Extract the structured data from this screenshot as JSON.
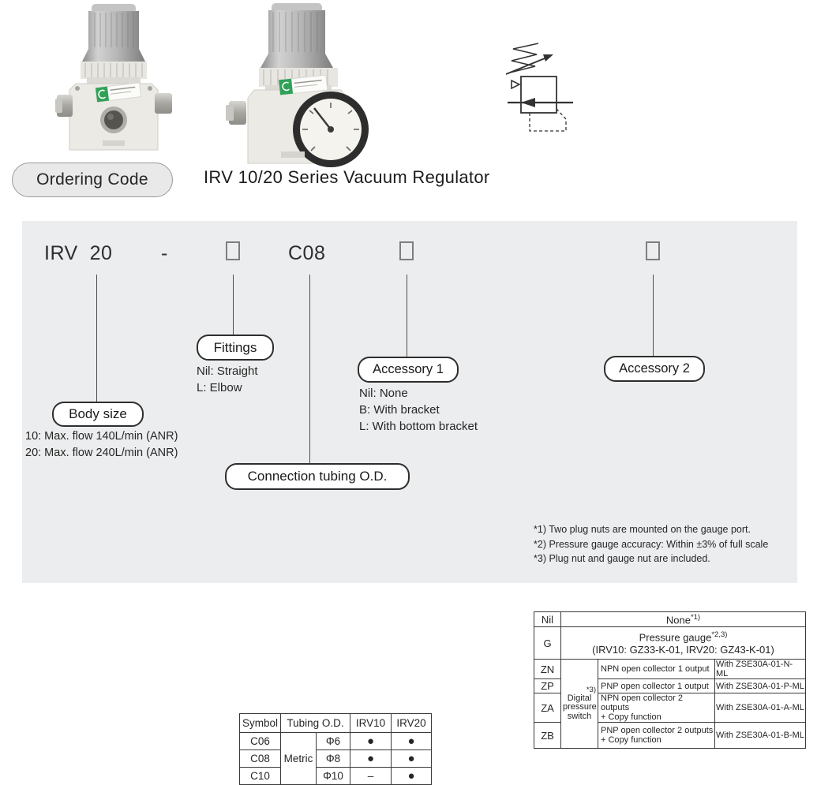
{
  "colors": {
    "panel_bg": "#ecedee",
    "brand_green": "#2fa257",
    "line": "#4f4f4f"
  },
  "header": {
    "ordering_code_pill": "Ordering Code",
    "title": "IRV 10/20 Series Vacuum Regulator"
  },
  "code_row": {
    "model": "IRV  20",
    "dash": "-",
    "tubing_code": "C08"
  },
  "fittings": {
    "label": "Fittings",
    "options": [
      "Nil: Straight",
      "L: Elbow"
    ]
  },
  "body_size": {
    "label": "Body size",
    "options": [
      "10: Max. flow 140L/min (ANR)",
      "20: Max. flow 240L/min (ANR)"
    ]
  },
  "accessory1": {
    "label": "Accessory 1",
    "options": [
      "Nil: None",
      "B: With bracket",
      "L: With bottom bracket"
    ]
  },
  "connection_tubing": {
    "label": "Connection tubing O.D.",
    "table": {
      "headers": {
        "symbol": "Symbol",
        "tubing_od": "Tubing O.D.",
        "irv10": "IRV10",
        "irv20": "IRV20"
      },
      "group_label": "Metric",
      "rows": [
        {
          "symbol": "C06",
          "od": "Φ6",
          "irv10": "●",
          "irv20": "●"
        },
        {
          "symbol": "C08",
          "od": "Φ8",
          "irv10": "●",
          "irv20": "●"
        },
        {
          "symbol": "C10",
          "od": "Φ10",
          "irv10": "–",
          "irv20": "●"
        }
      ]
    }
  },
  "accessory2": {
    "label": "Accessory 2",
    "table": {
      "nil_row": {
        "code": "Nil",
        "desc": "None",
        "sup": "*1)"
      },
      "gauge_row": {
        "code": "G",
        "desc": "Pressure gauge",
        "sup": "*2,3)",
        "desc2": "(IRV10: GZ33-K-01, IRV20: GZ43-K-01)"
      },
      "switch_cell": {
        "sup": "*3)",
        "label": "Digital pressure switch"
      },
      "z_rows": [
        {
          "code": "ZN",
          "desc": "NPN open collector 1 output",
          "desc2": "",
          "with": "With ZSE30A-01-N-ML"
        },
        {
          "code": "ZP",
          "desc": "PNP open collector 1 output",
          "desc2": "",
          "with": "With ZSE30A-01-P-ML"
        },
        {
          "code": "ZA",
          "desc": "NPN open collector 2 outputs",
          "desc2": "+ Copy function",
          "with": "With ZSE30A-01-A-ML"
        },
        {
          "code": "ZB",
          "desc": "PNP open collector 2 outputs",
          "desc2": "+ Copy function",
          "with": "With ZSE30A-01-B-ML"
        }
      ]
    }
  },
  "footnotes": [
    "*1) Two plug nuts are mounted on the gauge port.",
    "*2) Pressure gauge accuracy: Within ±3% of full scale",
    "*3) Plug nut and gauge nut are included."
  ]
}
